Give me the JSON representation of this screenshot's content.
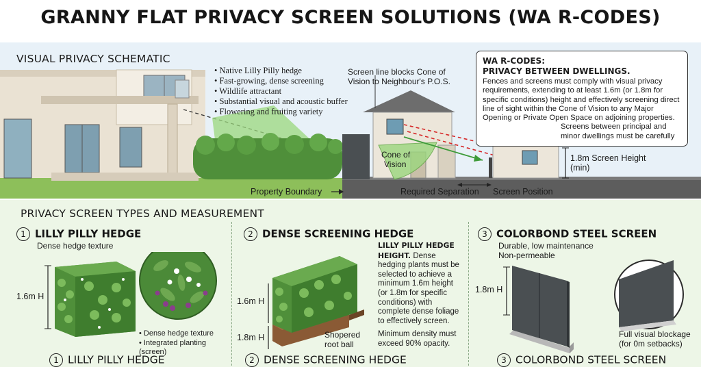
{
  "title": "GRANNY FLAT PRIVACY SCREEN SOLUTIONS (WA R-CODES)",
  "schematic": {
    "heading": "VISUAL PRIVACY SCHEMATIC",
    "hedge_notes": [
      "Native Lilly Pilly hedge",
      "Fast-growing, dense screening",
      "Wildlife attractant",
      "Substantial visual and acoustic buffer",
      "Flowering and fruiting variety"
    ],
    "screen_line_note": [
      "Screen line blocks Cone of",
      "Vision to Neighbour's P.O.S."
    ],
    "cone_label": [
      "Cone of",
      "Vision"
    ],
    "property_boundary": "Property Boundary",
    "required_separation": "Required Separation",
    "screen_position": "Screen Position",
    "screen_height": [
      "1.8m Screen Height",
      "(min)"
    ],
    "rcodes": {
      "title1": "WA R-CODES:",
      "title2": "PRIVACY BETWEEN DWELLINGS.",
      "body": "Fences and screens must comply with visual privacy requirements, extending to at least 1.6m (or 1.8m for specific conditions) height and effectively screening direct line of sight within the Cone of Vision to any Major Opening or Private Open Space on adjoining properties.",
      "note": [
        "Screens between principal and",
        "minor dwellings must be carefully"
      ]
    }
  },
  "types": {
    "heading": "PRIVACY SCREEN TYPES AND MEASUREMENT",
    "panel1": {
      "num": "1",
      "title": "LILLY PILLY HEDGE",
      "subtitle": "Dense hedge texture",
      "dim": "1.6m H",
      "bullets": [
        "Dense hedge texture",
        "Integrated planting (screen)"
      ],
      "footer": "LILLY PILLY HEDGE"
    },
    "panel2": {
      "num": "2",
      "title": "DENSE SCREENING HEDGE",
      "bold_lead": "LILLY PILLY HEDGE HEIGHT.",
      "text": "Dense hedging plants must be selected to achieve a minimum 1.6m height (or 1.8m for specific conditions) with complete dense foliage to effectively screen.",
      "density": "Minimum density must exceed 90% opacity.",
      "dim1": "1.6m H",
      "dim2": "1.8m H",
      "rootball": [
        "Shopered",
        "root ball"
      ],
      "footer": "DENSE SCREENING HEDGE"
    },
    "panel3": {
      "num": "3",
      "title": "COLORBOND STEEL SCREEN",
      "features": [
        "Durable, low maintenance",
        "Non-permeable"
      ],
      "dim": "1.8m H",
      "blockage": [
        "Full visual blockage",
        "(for 0m setbacks)"
      ],
      "footer": "COLORBOND STEEL SCREEN"
    }
  },
  "colors": {
    "schematic_bg": "#e8f1f8",
    "types_bg": "#edf6e7",
    "hedge_green": "#4f8f3a",
    "cone_green": "#9bd77e",
    "sightline_red": "#d62828",
    "steel": "#4a4f52"
  }
}
